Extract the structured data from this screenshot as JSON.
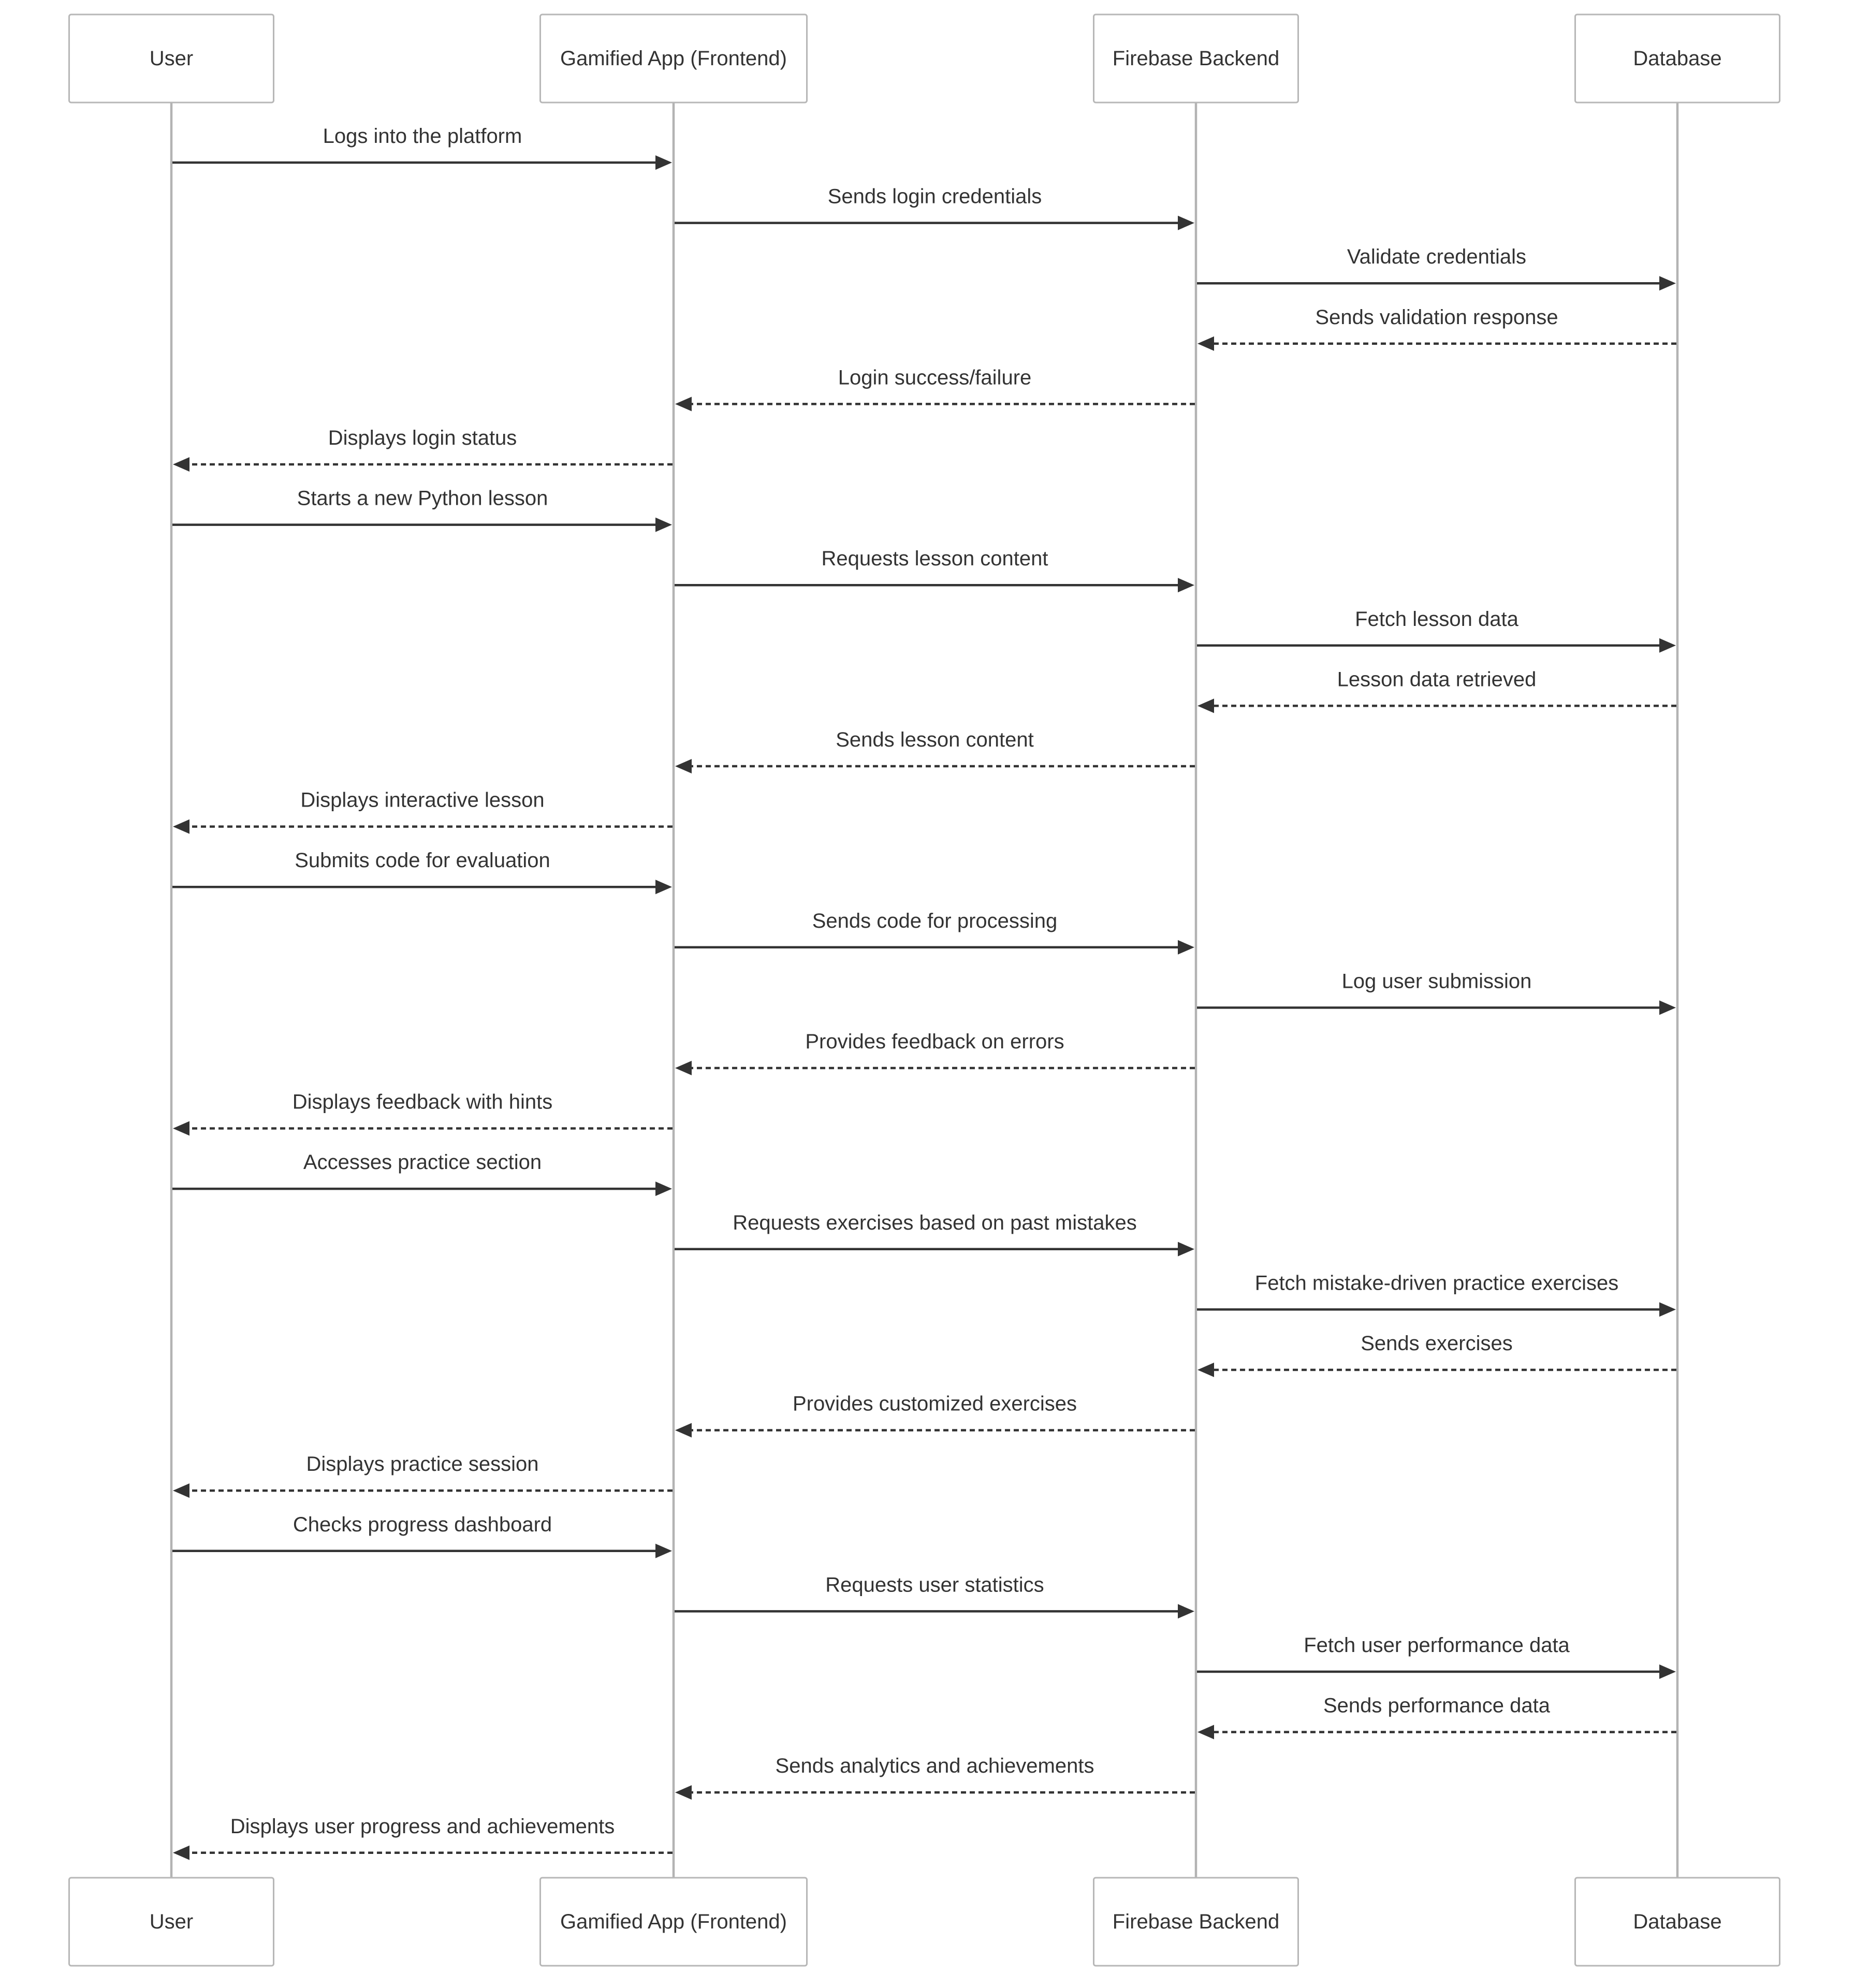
{
  "participants": [
    {
      "id": "user",
      "label": "User"
    },
    {
      "id": "frontend",
      "label": "Gamified App (Frontend)"
    },
    {
      "id": "backend",
      "label": "Firebase Backend"
    },
    {
      "id": "database",
      "label": "Database"
    }
  ],
  "messages": [
    {
      "from": "user",
      "to": "frontend",
      "label": "Logs into the platform",
      "kind": "sync"
    },
    {
      "from": "frontend",
      "to": "backend",
      "label": "Sends login credentials",
      "kind": "sync"
    },
    {
      "from": "backend",
      "to": "database",
      "label": "Validate credentials",
      "kind": "sync"
    },
    {
      "from": "database",
      "to": "backend",
      "label": "Sends validation response",
      "kind": "reply"
    },
    {
      "from": "backend",
      "to": "frontend",
      "label": "Login success/failure",
      "kind": "reply"
    },
    {
      "from": "frontend",
      "to": "user",
      "label": "Displays login status",
      "kind": "reply"
    },
    {
      "from": "user",
      "to": "frontend",
      "label": "Starts a new Python lesson",
      "kind": "sync"
    },
    {
      "from": "frontend",
      "to": "backend",
      "label": "Requests lesson content",
      "kind": "sync"
    },
    {
      "from": "backend",
      "to": "database",
      "label": "Fetch lesson data",
      "kind": "sync"
    },
    {
      "from": "database",
      "to": "backend",
      "label": "Lesson data retrieved",
      "kind": "reply"
    },
    {
      "from": "backend",
      "to": "frontend",
      "label": "Sends lesson content",
      "kind": "reply"
    },
    {
      "from": "frontend",
      "to": "user",
      "label": "Displays interactive lesson",
      "kind": "reply"
    },
    {
      "from": "user",
      "to": "frontend",
      "label": "Submits code for evaluation",
      "kind": "sync"
    },
    {
      "from": "frontend",
      "to": "backend",
      "label": "Sends code for processing",
      "kind": "sync"
    },
    {
      "from": "backend",
      "to": "database",
      "label": "Log user submission",
      "kind": "sync"
    },
    {
      "from": "backend",
      "to": "frontend",
      "label": "Provides feedback on errors",
      "kind": "reply"
    },
    {
      "from": "frontend",
      "to": "user",
      "label": "Displays feedback with hints",
      "kind": "reply"
    },
    {
      "from": "user",
      "to": "frontend",
      "label": "Accesses practice section",
      "kind": "sync"
    },
    {
      "from": "frontend",
      "to": "backend",
      "label": "Requests exercises based on past mistakes",
      "kind": "sync"
    },
    {
      "from": "backend",
      "to": "database",
      "label": "Fetch mistake-driven practice exercises",
      "kind": "sync"
    },
    {
      "from": "database",
      "to": "backend",
      "label": "Sends exercises",
      "kind": "reply"
    },
    {
      "from": "backend",
      "to": "frontend",
      "label": "Provides customized exercises",
      "kind": "reply"
    },
    {
      "from": "frontend",
      "to": "user",
      "label": "Displays practice session",
      "kind": "reply"
    },
    {
      "from": "user",
      "to": "frontend",
      "label": "Checks progress dashboard",
      "kind": "sync"
    },
    {
      "from": "frontend",
      "to": "backend",
      "label": "Requests user statistics",
      "kind": "sync"
    },
    {
      "from": "backend",
      "to": "database",
      "label": "Fetch user performance data",
      "kind": "sync"
    },
    {
      "from": "database",
      "to": "backend",
      "label": "Sends performance data",
      "kind": "reply"
    },
    {
      "from": "backend",
      "to": "frontend",
      "label": "Sends analytics and achievements",
      "kind": "reply"
    },
    {
      "from": "frontend",
      "to": "user",
      "label": "Displays user progress and achievements",
      "kind": "reply"
    }
  ]
}
